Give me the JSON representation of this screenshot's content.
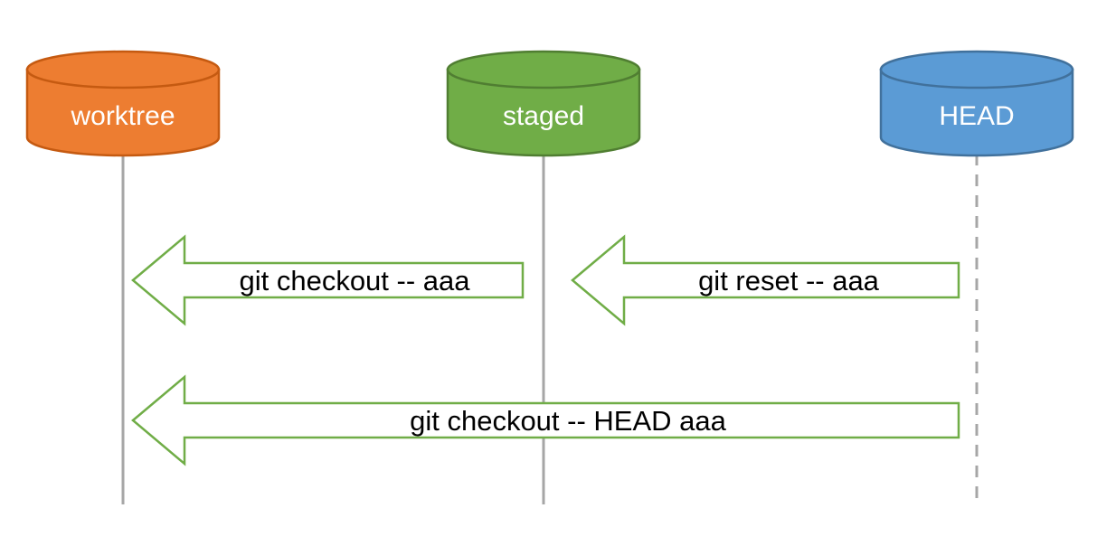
{
  "diagram": {
    "type": "git-storage-areas-sequence-diagram",
    "colors": {
      "arrow_outline": "#70AD47",
      "arrow_fill": "#ffffff",
      "lifeline": "#A6A6A6",
      "label_text": "#000000"
    },
    "cylinders": [
      {
        "label": "worktree",
        "fill": "#ED7D31",
        "stroke": "#C55A11"
      },
      {
        "label": "staged",
        "fill": "#70AD47",
        "stroke": "#507E32"
      },
      {
        "label": "HEAD",
        "fill": "#5B9BD5",
        "stroke": "#41719C"
      }
    ],
    "arrows": [
      {
        "label": "git checkout -- aaa",
        "from": "staged",
        "to": "worktree"
      },
      {
        "label": "git reset -- aaa",
        "from": "HEAD",
        "to": "staged"
      },
      {
        "label": "git checkout -- HEAD aaa",
        "from": "HEAD",
        "to": "worktree"
      }
    ]
  }
}
